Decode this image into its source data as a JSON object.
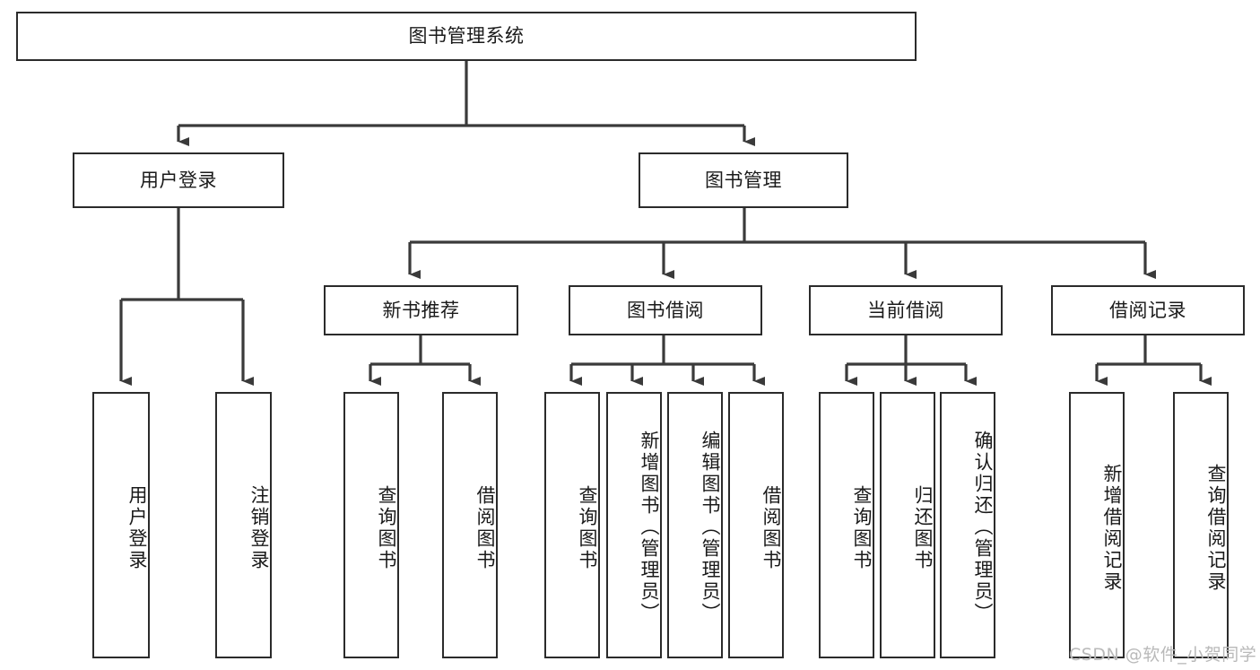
{
  "diagram": {
    "title": "图书管理系统",
    "type": "tree-hierarchy-diagram",
    "root": {
      "id": "root",
      "label": "图书管理系统"
    },
    "level2": [
      {
        "id": "user-login",
        "label": "用户登录"
      },
      {
        "id": "book-manage",
        "label": "图书管理"
      }
    ],
    "level3": [
      {
        "id": "new-book-rec",
        "label": "新书推荐"
      },
      {
        "id": "book-borrow",
        "label": "图书借阅"
      },
      {
        "id": "current-borrow",
        "label": "当前借阅"
      },
      {
        "id": "borrow-record",
        "label": "借阅记录"
      }
    ],
    "leaves": {
      "user_login": [
        {
          "id": "leaf-user-login",
          "label": "用户登录"
        },
        {
          "id": "leaf-logout",
          "label": "注销登录"
        }
      ],
      "new_book_rec": [
        {
          "id": "leaf-query-book-1",
          "label": "查询图书"
        },
        {
          "id": "leaf-borrow-book-1",
          "label": "借阅图书"
        }
      ],
      "book_borrow": [
        {
          "id": "leaf-query-book-2",
          "label": "查询图书"
        },
        {
          "id": "leaf-add-book",
          "label": "新增图书（管理员）"
        },
        {
          "id": "leaf-edit-book",
          "label": "编辑图书（管理员）"
        },
        {
          "id": "leaf-borrow-book-2",
          "label": "借阅图书"
        }
      ],
      "current_borrow": [
        {
          "id": "leaf-query-book-3",
          "label": "查询图书"
        },
        {
          "id": "leaf-return-book",
          "label": "归还图书"
        },
        {
          "id": "leaf-confirm-return",
          "label": "确认归还（管理员）"
        }
      ],
      "borrow_record": [
        {
          "id": "leaf-add-record",
          "label": "新增借阅记录"
        },
        {
          "id": "leaf-query-record",
          "label": "查询借阅记录"
        }
      ]
    }
  },
  "watermark": {
    "text": "CSDN @软件_小贺同学"
  },
  "colors": {
    "background": "#ffffff",
    "box_border": "#2b2b2b",
    "box_fill": "#ffffff",
    "connector": "#3a3a3a",
    "text": "#1a1a1a",
    "watermark": "#b9b9b9"
  }
}
